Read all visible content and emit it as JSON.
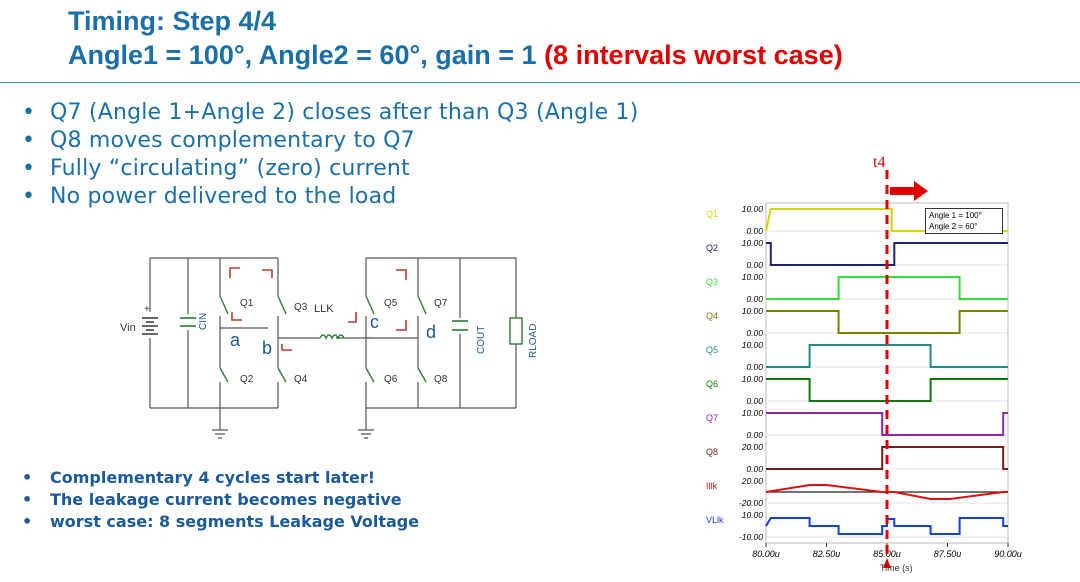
{
  "slide": {
    "title_line1": "Timing: Step 4/4",
    "title_line2_main": "Angle1 = 100°, Angle2 = 60°, gain = 1",
    "title_line2_red": "(8 intervals worst case)",
    "bullets": [
      "Q7 (Angle 1+Angle 2) closes after than Q3 (Angle 1)",
      "Q8 moves complementary to Q7",
      "Fully “circulating” (zero) current",
      "No power delivered to the load"
    ],
    "bottom_bullets": [
      "Complementary 4 cycles start later!",
      "The leakage current becomes negative",
      "worst case: 8 segments Leakage Voltage"
    ]
  },
  "circuit": {
    "vin_label": "Vin",
    "cin_label": "CIN",
    "cout_label": "COUT",
    "rload_label": "RLOAD",
    "llk_label": "LLK",
    "switch_labels": [
      "Q1",
      "Q2",
      "Q3",
      "Q4",
      "Q5",
      "Q6",
      "Q7",
      "Q8"
    ],
    "node_labels": [
      "a",
      "b",
      "c",
      "d"
    ],
    "plus_sign": "+"
  },
  "waveform": {
    "marker_label": "t4",
    "legend_line1": "Angle 1 = 100°",
    "legend_line2": "Angle 2 = 60°",
    "xlabel": "Time (s)",
    "x_ticks": [
      "80.00u",
      "82.50u",
      "85.00u",
      "87.50u",
      "90.00u"
    ],
    "channels": [
      {
        "name": "Q1",
        "top": "10.00",
        "bottom": "0.00",
        "color": "#d6d600"
      },
      {
        "name": "Q2",
        "top": "10.00",
        "bottom": "0.00",
        "color": "#1a237e"
      },
      {
        "name": "Q3",
        "top": "10.00",
        "bottom": "0.00",
        "color": "#33dd33"
      },
      {
        "name": "Q4",
        "top": "10.00",
        "bottom": "0.00",
        "color": "#808000"
      },
      {
        "name": "Q5",
        "top": "10.00",
        "bottom": "0.00",
        "color": "#1e8a8a"
      },
      {
        "name": "Q6",
        "top": "10.00",
        "bottom": "0.00",
        "color": "#0a7a0a"
      },
      {
        "name": "Q7",
        "top": "10.00",
        "bottom": "0.00",
        "color": "#8e24aa"
      },
      {
        "name": "Q8",
        "top": "20.00",
        "bottom": "0.00",
        "color": "#7a1a1a"
      },
      {
        "name": "Illk",
        "top": "20.00",
        "bottom": "-20.00",
        "color": "#e01010"
      },
      {
        "name": "VLlk",
        "top": "10.00",
        "bottom": "-10.00",
        "color": "#1040f0"
      }
    ],
    "marker_color": "#e00000"
  }
}
